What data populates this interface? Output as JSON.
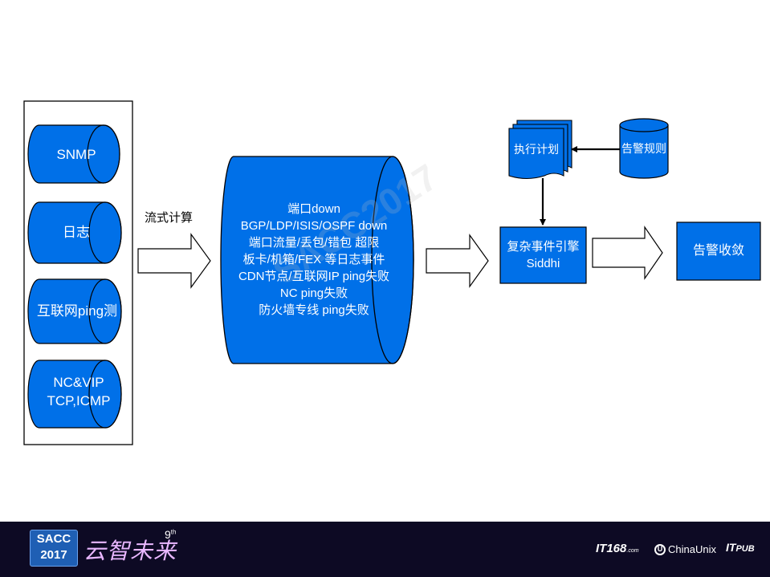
{
  "sources": {
    "snmp": "SNMP",
    "logs": "日志",
    "internet_ping": "互联网ping测",
    "nc_vip_line1": "NC&VIP",
    "nc_vip_line2": "TCP,ICMP"
  },
  "stream_label": "流式计算",
  "events": [
    "端口down",
    "BGP/LDP/ISIS/OSPF down",
    "端口流量/丢包/错包 超限",
    "板卡/机箱/FEX 等日志事件",
    "CDN节点/互联网IP ping失败",
    "NC ping失败",
    "防火墙专线 ping失败"
  ],
  "execution_plan": "执行计划",
  "alert_rules": "告警规则",
  "engine_line1": "复杂事件引擎",
  "engine_line2": "Siddhi",
  "alert_convergence": "告警收敛",
  "watermark": "SACC2017",
  "colors": {
    "blue": "#0070e8",
    "footer_bg": "#0d0a24"
  },
  "footer": {
    "sacc": "SACC",
    "year": "2017",
    "slogan": "云智未来",
    "edition": "9",
    "edition_suffix": "th",
    "logo_it168_a": "IT",
    "logo_it168_b": "168",
    "logo_it168_c": ".com",
    "logo_chinaunix_icon": "U",
    "logo_chinaunix": "ChinaUnix",
    "logo_itpub_a": "IT",
    "logo_itpub_b": "PUB"
  }
}
